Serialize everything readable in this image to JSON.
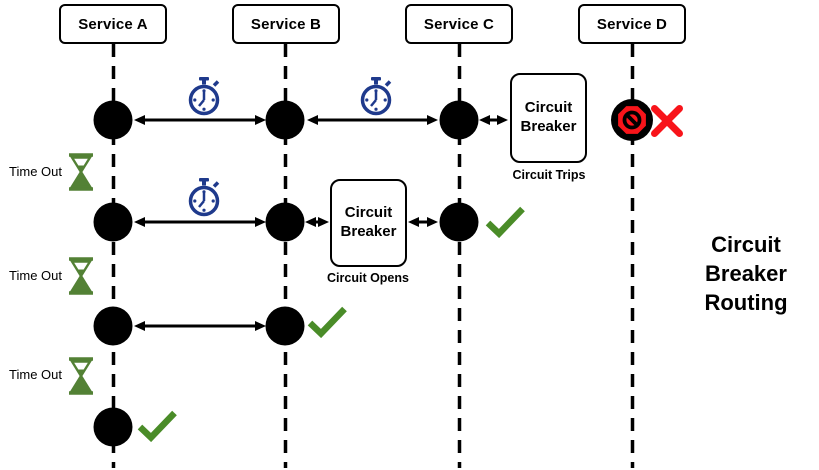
{
  "diagram_title": "Circuit Breaker Routing",
  "services": [
    {
      "name": "Service A"
    },
    {
      "name": "Service B"
    },
    {
      "name": "Service C"
    },
    {
      "name": "Service D"
    }
  ],
  "circuit_breakers": [
    {
      "label": "Circuit Breaker",
      "caption": "Circuit Trips"
    },
    {
      "label": "Circuit Breaker",
      "caption": "Circuit Opens"
    }
  ],
  "timeouts": [
    {
      "label": "Time Out"
    },
    {
      "label": "Time Out"
    },
    {
      "label": "Time Out"
    }
  ],
  "icons": {
    "timer": "stopwatch-icon",
    "timeout": "hourglass-icon",
    "success": "checkmark-icon",
    "failure": "red-x-icon",
    "blocked": "no-entry-icon"
  },
  "colors": {
    "timer_blue": "#1f3a8c",
    "timeout_green": "#538135",
    "success_green": "#4a8c28",
    "failure_red": "#f8141a",
    "line_black": "#000000"
  }
}
